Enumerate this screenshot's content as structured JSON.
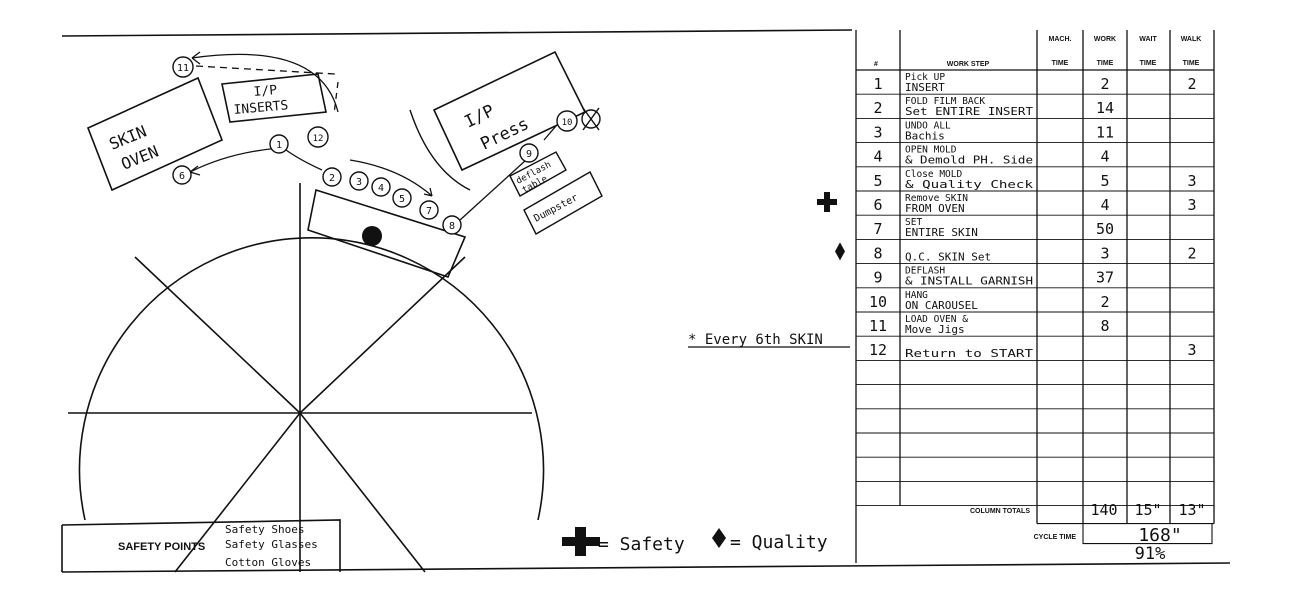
{
  "layout": {
    "skin_oven": [
      "SKIN",
      "OVEN"
    ],
    "ip_inserts": [
      "I/P",
      "INSERTS"
    ],
    "ip_press": [
      "I/P",
      "Press"
    ],
    "deflash_table": [
      "deflash",
      "table"
    ],
    "dumpster": "Dumpster",
    "step_circles": [
      "1",
      "2",
      "3",
      "4",
      "5",
      "6",
      "7",
      "8",
      "9",
      "10",
      "11",
      "12"
    ],
    "every_note": "* Every 6th SKIN"
  },
  "table": {
    "headers": {
      "num": "#",
      "step": "WORK STEP",
      "mach": [
        "MACH.",
        "TIME"
      ],
      "work": [
        "WORK",
        "TIME"
      ],
      "wait": [
        "WAIT",
        "TIME"
      ],
      "walk": [
        "WALK",
        "TIME"
      ]
    },
    "rows": [
      {
        "num": "1",
        "step": [
          "Pick UP",
          "INSERT"
        ],
        "mach": "",
        "work": "2",
        "wait": "",
        "walk": "2",
        "mark": ""
      },
      {
        "num": "2",
        "step": [
          "FOLD FILM BACK",
          "Set ENTIRE INSERT"
        ],
        "mach": "",
        "work": "14",
        "wait": "",
        "walk": "",
        "mark": ""
      },
      {
        "num": "3",
        "step": [
          "UNDO ALL",
          "Bachis"
        ],
        "mach": "",
        "work": "11",
        "wait": "",
        "walk": "",
        "mark": ""
      },
      {
        "num": "4",
        "step": [
          "OPEN MOLD",
          "& Demold PH. Side"
        ],
        "mach": "",
        "work": "4",
        "wait": "",
        "walk": "",
        "mark": ""
      },
      {
        "num": "5",
        "step": [
          "Close MOLD",
          "& Quality Check"
        ],
        "mach": "",
        "work": "5",
        "wait": "",
        "walk": "3",
        "mark": ""
      },
      {
        "num": "6",
        "step": [
          "Remove SKIN",
          "FROM OVEN"
        ],
        "mach": "",
        "work": "4",
        "wait": "",
        "walk": "3",
        "mark": "safety"
      },
      {
        "num": "7",
        "step": [
          "SET",
          "ENTIRE SKIN"
        ],
        "mach": "",
        "work": "50",
        "wait": "",
        "walk": "",
        "mark": ""
      },
      {
        "num": "8",
        "step": [
          "",
          "Q.C. SKIN Set"
        ],
        "mach": "",
        "work": "3",
        "wait": "",
        "walk": "2",
        "mark": "quality"
      },
      {
        "num": "9",
        "step": [
          "DEFLASH",
          "& INSTALL GARNISH"
        ],
        "mach": "",
        "work": "37",
        "wait": "",
        "walk": "",
        "mark": ""
      },
      {
        "num": "10",
        "step": [
          "HANG",
          "ON CAROUSEL"
        ],
        "mach": "",
        "work": "2",
        "wait": "",
        "walk": "",
        "mark": ""
      },
      {
        "num": "11",
        "step": [
          "LOAD OVEN &",
          "Move Jigs"
        ],
        "mach": "",
        "work": "8",
        "wait": "",
        "walk": "",
        "mark": ""
      },
      {
        "num": "12",
        "step": [
          "",
          "Return to START"
        ],
        "mach": "",
        "work": "",
        "wait": "",
        "walk": "3",
        "mark": ""
      }
    ],
    "column_totals_label": "COLUMN TOTALS",
    "totals": {
      "work": "140",
      "wait": "15\"",
      "walk": "13\""
    },
    "cycle_time_label": "CYCLE TIME",
    "cycle_time": "168\"",
    "percent": "91%"
  },
  "legend": {
    "safety": "= Safety",
    "quality": "= Quality"
  },
  "safety_points": {
    "label": "SAFETY POINTS",
    "items": [
      "Safety Shoes",
      "Safety Glasses",
      "Cotton Gloves"
    ]
  }
}
